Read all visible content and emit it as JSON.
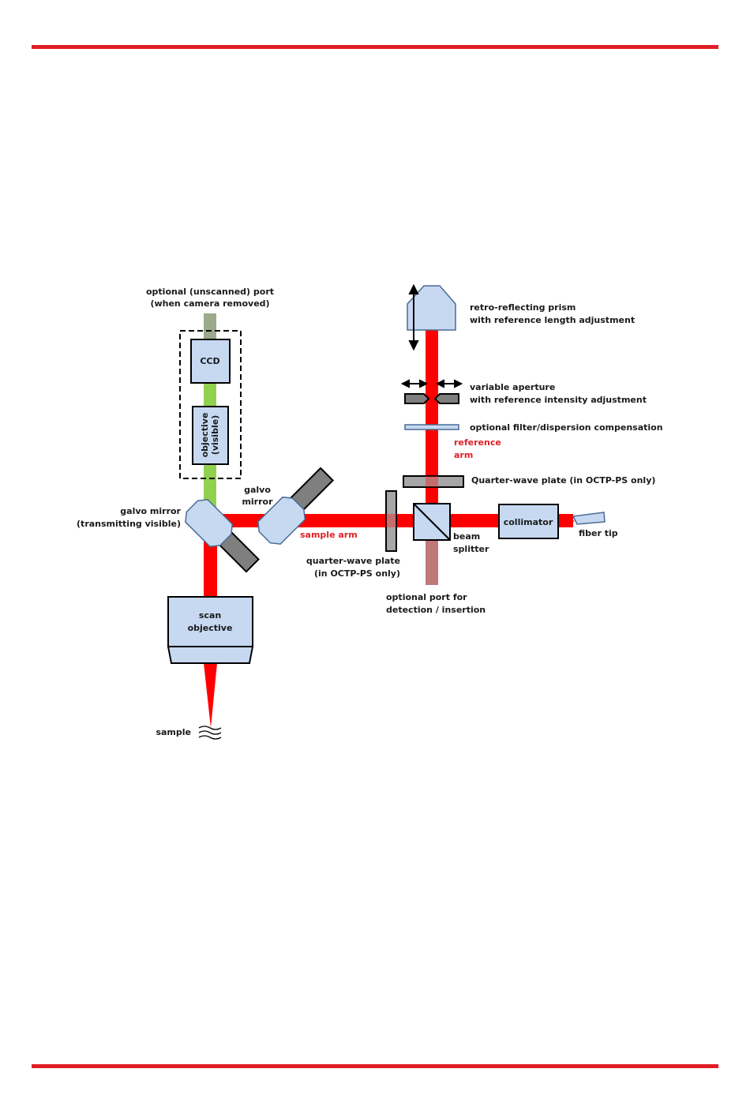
{
  "diagram": {
    "title": "OCT scanning system optical layout",
    "colors": {
      "rule": "#e11f26",
      "beam_red": "#ff0000",
      "beam_green": "#92d050",
      "beam_port_gray": "#9aaa8a",
      "beam_port_pink": "#c0787a",
      "component_fill": "#c6d9f1",
      "dark_gray": "#7f7f7f",
      "plate_gray": "#a6a6a6"
    },
    "labels": {
      "optional_port_line1": "optional (unscanned) port",
      "optional_port_line2": "(when camera removed)",
      "ccd": "CCD",
      "objective_visible_line1": "objective",
      "objective_visible_line2": "(visible)",
      "galvo_mirror_left_line1": "galvo mirror",
      "galvo_mirror_left_line2": "(transmitting visible)",
      "galvo_mirror_right_line1": "galvo",
      "galvo_mirror_right_line2": "mirror",
      "sample_arm": "sample arm",
      "scan_objective_line1": "scan",
      "scan_objective_line2": "objective",
      "sample": "sample",
      "retro_prism_line1": "retro-reflecting prism",
      "retro_prism_line2": "with reference length adjustment",
      "aperture_line1": "variable aperture",
      "aperture_line2": "with reference intensity adjustment",
      "filter": "optional filter/dispersion compensation",
      "reference_arm_line1": "reference",
      "reference_arm_line2": "arm",
      "qwp_reference": "Quarter-wave plate (in OCTP-PS only)",
      "qwp_sample_line1": "quarter-wave plate",
      "qwp_sample_line2": "(in OCTP-PS only)",
      "beam_splitter_line1": "beam",
      "beam_splitter_line2": "splitter",
      "collimator": "collimator",
      "fiber_tip": "fiber tip",
      "detection_port_line1": "optional port for",
      "detection_port_line2": "detection / insertion"
    }
  }
}
